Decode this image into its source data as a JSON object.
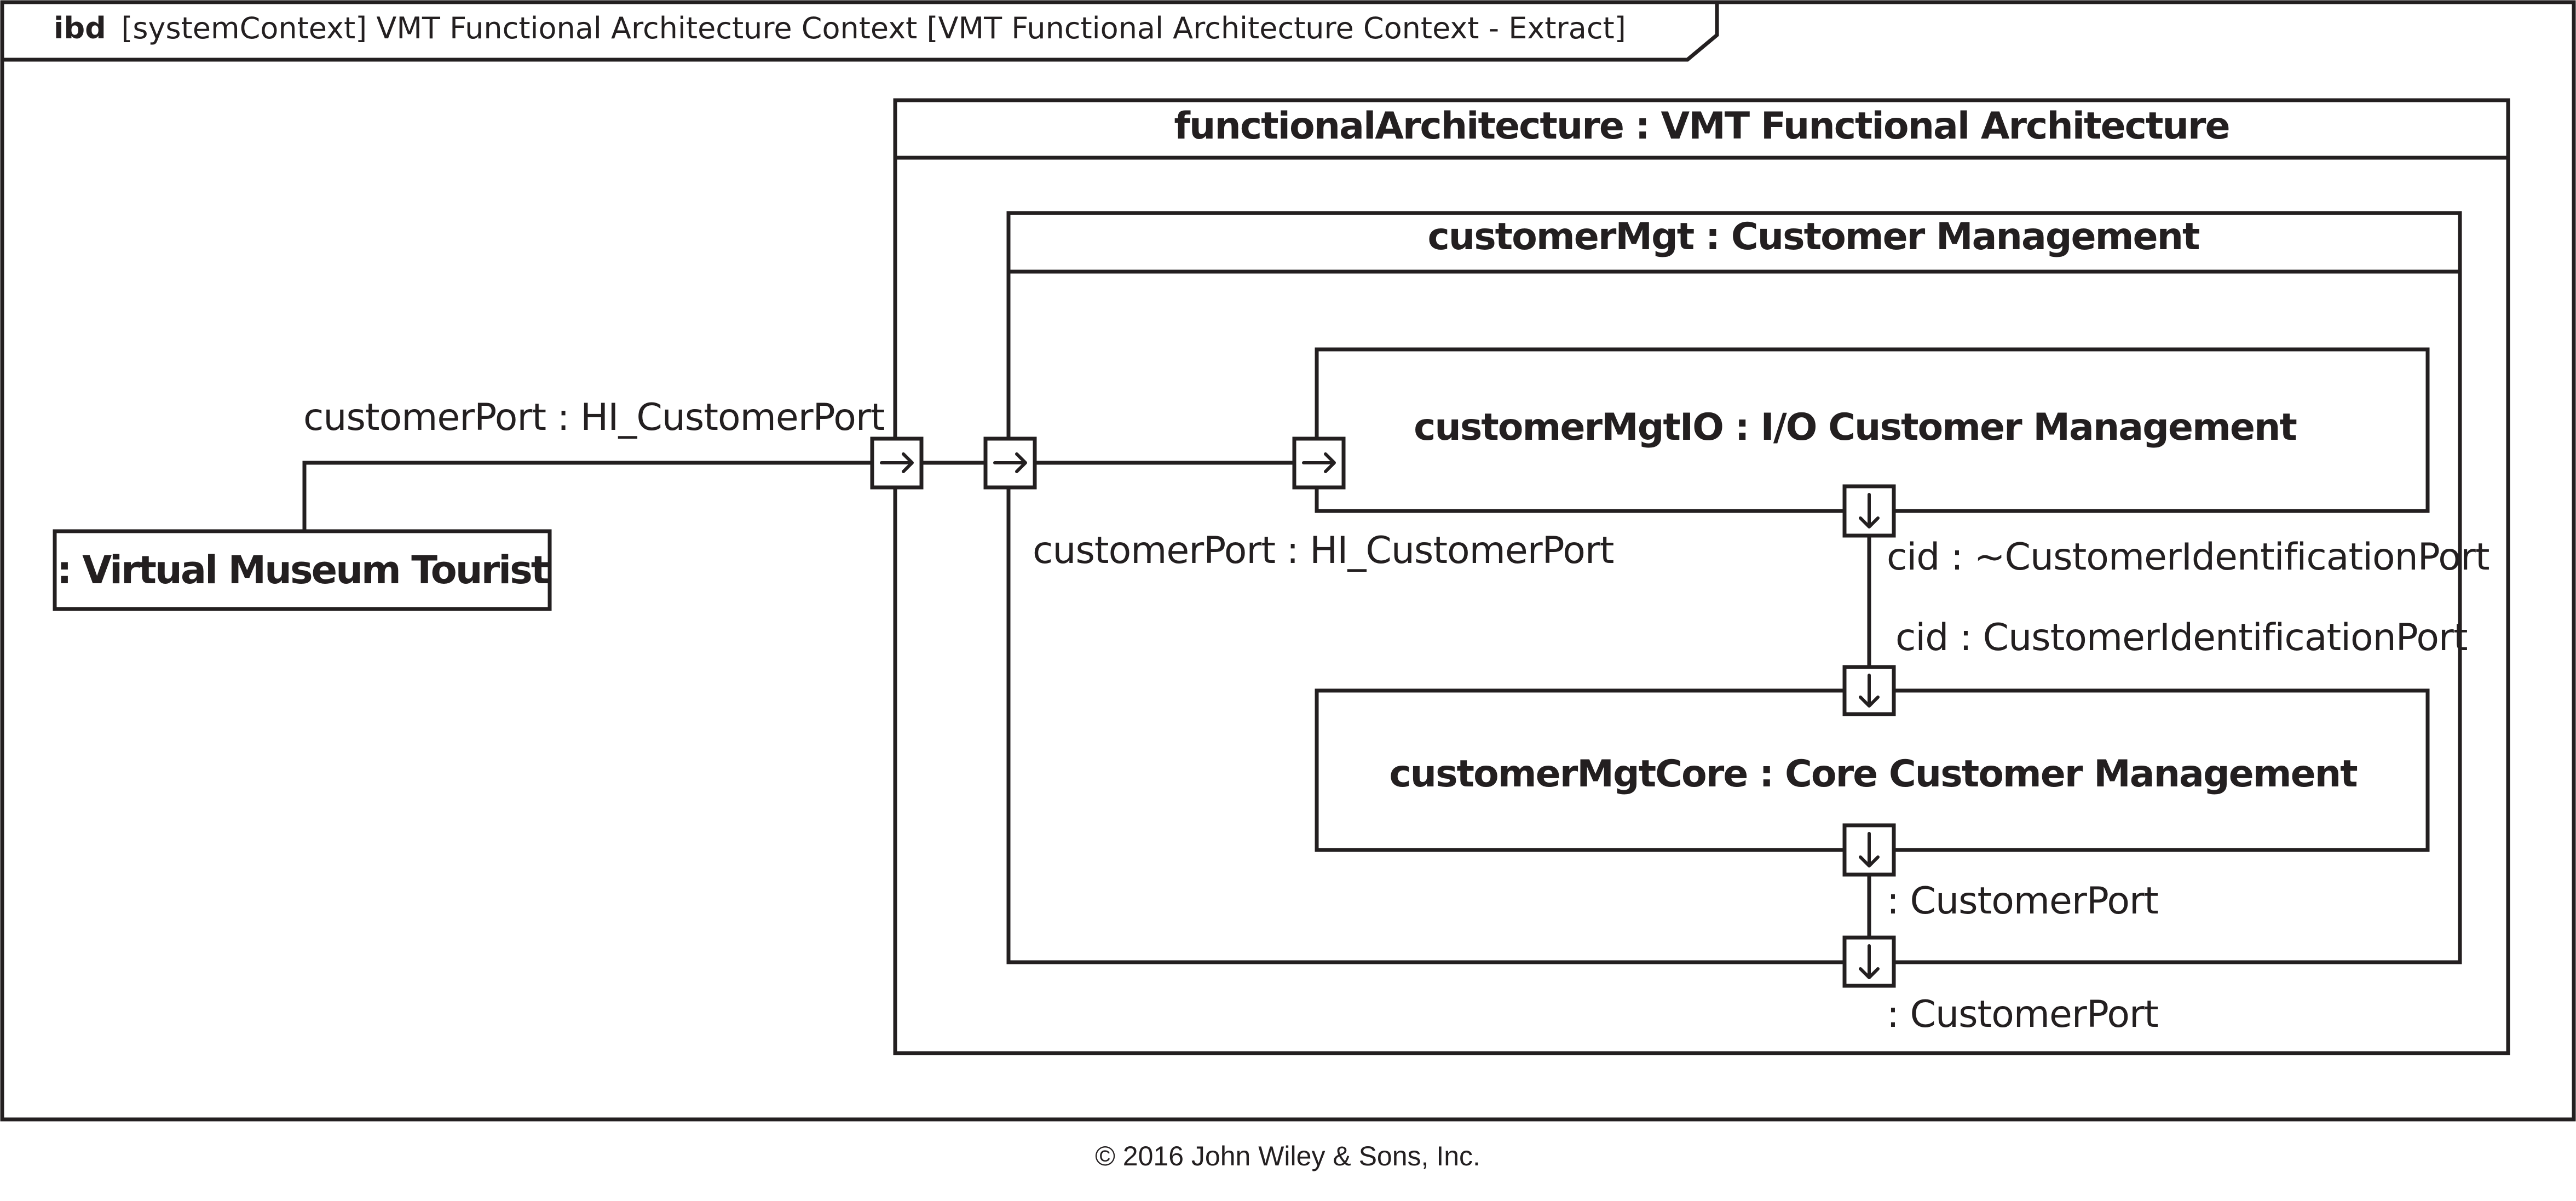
{
  "frame": {
    "kind": "ibd",
    "header": "[systemContext] VMT Functional Architecture Context [VMT Functional Architecture Context - Extract]"
  },
  "blocks": {
    "tourist": ": Virtual Museum Tourist",
    "functional_architecture": "functionalArchitecture : VMT Functional Architecture",
    "customer_mgt": "customerMgt : Customer Management",
    "customer_mgt_io": "customerMgtIO : I/O Customer Management",
    "customer_mgt_core": "customerMgtCore : Core Customer Management"
  },
  "ports": {
    "fa_customer_port": "customerPort : HI_CustomerPort",
    "cm_customer_port": "customerPort : HI_CustomerPort",
    "io_cid": "cid : ~CustomerIdentificationPort",
    "core_cid": "cid : CustomerIdentificationPort",
    "core_customer_port": ": CustomerPort",
    "cm_customer_port_bottom": ": CustomerPort"
  },
  "copyright": "© 2016 John Wiley & Sons, Inc."
}
